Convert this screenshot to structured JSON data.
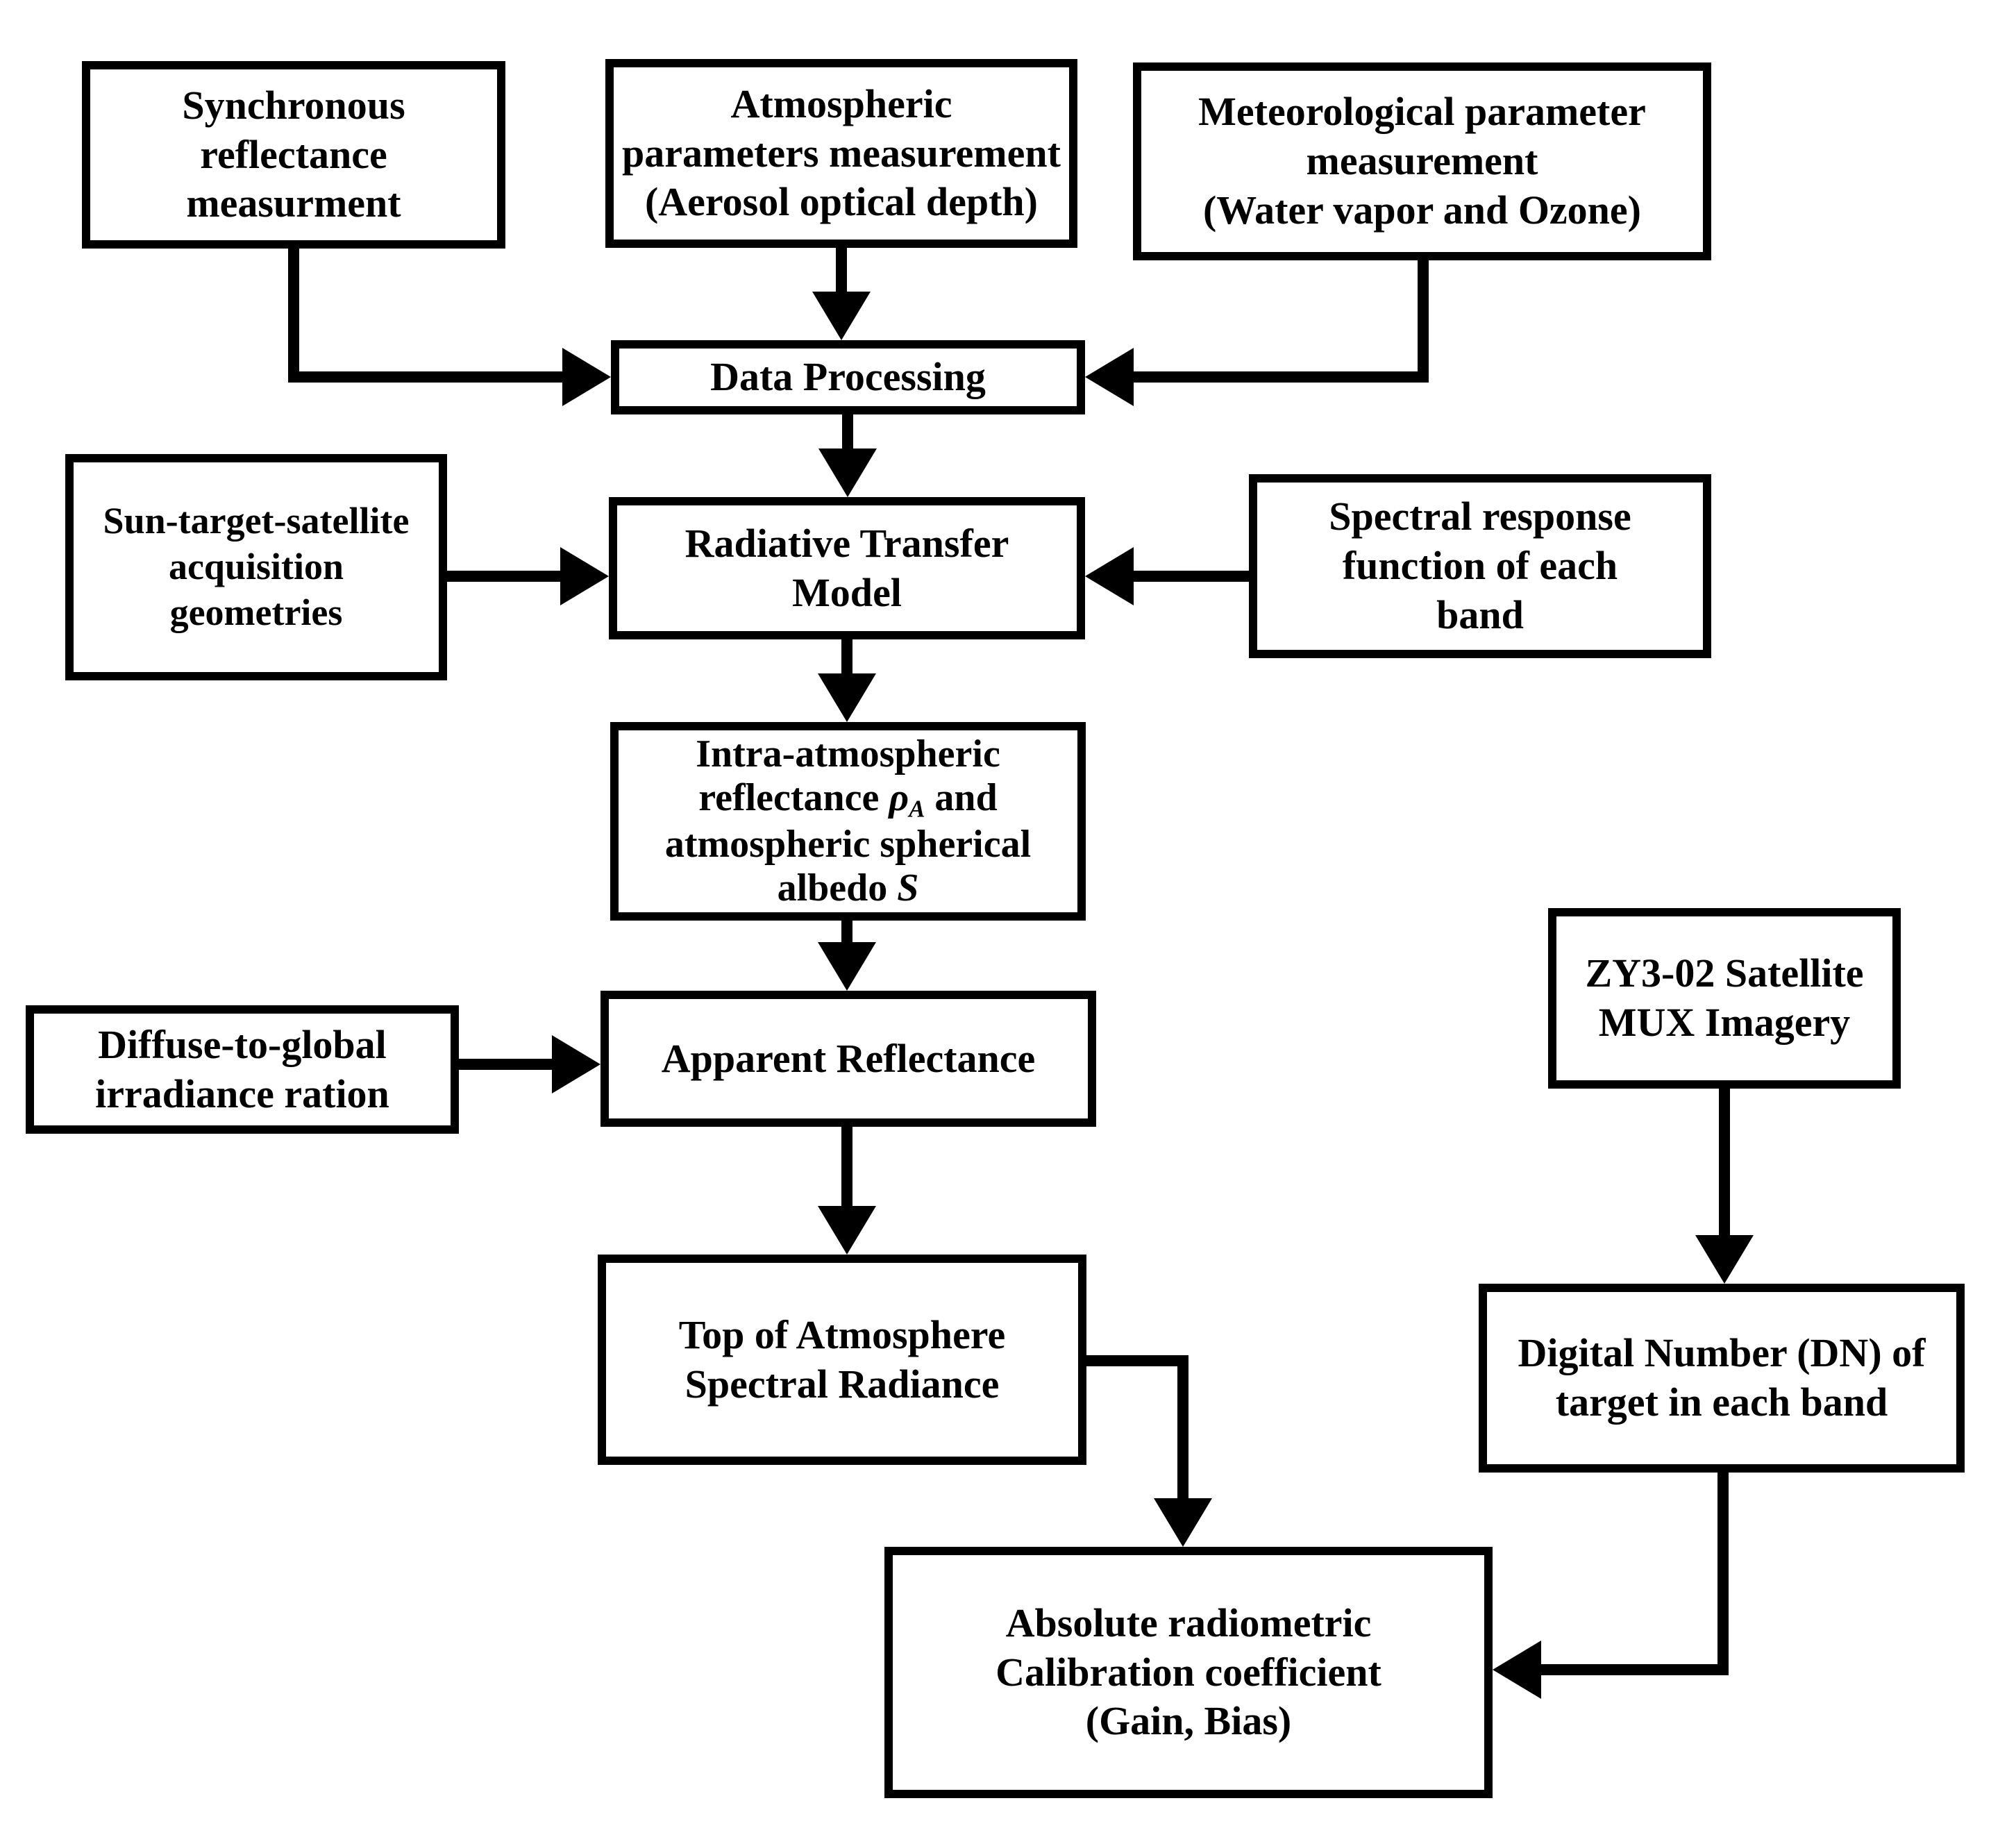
{
  "diagram": {
    "background_color": "#ffffff",
    "line_color": "#000000",
    "box_fill": "#ffffff",
    "nodes": [
      {
        "id": "sync",
        "name": "synchronous-reflectance-measurement-box",
        "lines": [
          [
            {
              "t": "Synchronous"
            }
          ],
          [
            {
              "t": "reflectance"
            }
          ],
          [
            {
              "t": "measurment"
            }
          ]
        ]
      },
      {
        "id": "atm",
        "name": "atmospheric-parameters-measurement-box",
        "lines": [
          [
            {
              "t": "Atmospheric"
            }
          ],
          [
            {
              "t": "parameters measurement"
            }
          ],
          [
            {
              "t": "(Aerosol optical depth)"
            }
          ]
        ]
      },
      {
        "id": "met",
        "name": "meteorological-parameter-measurement-box",
        "lines": [
          [
            {
              "t": "Meteorological parameter"
            }
          ],
          [
            {
              "t": "measurement"
            }
          ],
          [
            {
              "t": "(Water vapor and Ozone)"
            }
          ]
        ]
      },
      {
        "id": "dp",
        "name": "data-processing-box",
        "lines": [
          [
            {
              "t": "Data Processing"
            }
          ]
        ]
      },
      {
        "id": "sun",
        "name": "sun-target-satellite-geometries-box",
        "lines": [
          [
            {
              "t": "Sun-target-satellite"
            }
          ],
          [
            {
              "t": "acquisition"
            }
          ],
          [
            {
              "t": "geometries"
            }
          ]
        ]
      },
      {
        "id": "rtm",
        "name": "radiative-transfer-model-box",
        "lines": [
          [
            {
              "t": "Radiative Transfer"
            }
          ],
          [
            {
              "t": "Model"
            }
          ]
        ]
      },
      {
        "id": "srf",
        "name": "spectral-response-function-box",
        "lines": [
          [
            {
              "t": "Spectral response"
            }
          ],
          [
            {
              "t": "function of each"
            }
          ],
          [
            {
              "t": "band"
            }
          ]
        ]
      },
      {
        "id": "intra",
        "name": "intra-atmospheric-reflectance-box",
        "lines": [
          [
            {
              "t": "Intra-atmospheric"
            }
          ],
          [
            {
              "t": "reflectance "
            },
            {
              "t": "ρ",
              "it": true
            },
            {
              "t": "A",
              "it": true,
              "sub": true
            },
            {
              "t": " and"
            }
          ],
          [
            {
              "t": "atmospheric spherical"
            }
          ],
          [
            {
              "t": "albedo "
            },
            {
              "t": "S",
              "it": true
            }
          ]
        ]
      },
      {
        "id": "zy3",
        "name": "zy3-02-satellite-mux-imagery-box",
        "lines": [
          [
            {
              "t": "ZY3-02 Satellite"
            }
          ],
          [
            {
              "t": "MUX Imagery"
            }
          ]
        ]
      },
      {
        "id": "diff",
        "name": "diffuse-to-global-irradiance-ratio-box",
        "lines": [
          [
            {
              "t": "Diffuse-to-global"
            }
          ],
          [
            {
              "t": "irradiance ration"
            }
          ]
        ]
      },
      {
        "id": "app",
        "name": "apparent-reflectance-box",
        "lines": [
          [
            {
              "t": "Apparent Reflectance"
            }
          ]
        ]
      },
      {
        "id": "toa",
        "name": "top-of-atmosphere-spectral-radiance-box",
        "lines": [
          [
            {
              "t": "Top of Atmosphere"
            }
          ],
          [
            {
              "t": "Spectral Radiance"
            }
          ]
        ]
      },
      {
        "id": "dn",
        "name": "digital-number-of-target-box",
        "lines": [
          [
            {
              "t": "Digital Number (DN) of"
            }
          ],
          [
            {
              "t": "target in each band"
            }
          ]
        ]
      },
      {
        "id": "abs",
        "name": "absolute-radiometric-calibration-box",
        "lines": [
          [
            {
              "t": "Absolute radiometric"
            }
          ],
          [
            {
              "t": "Calibration coefficient"
            }
          ],
          [
            {
              "t": "(Gain, Bias)"
            }
          ]
        ]
      }
    ],
    "edges": [
      {
        "id": "sync-dp",
        "from": "sync",
        "to": "dp"
      },
      {
        "id": "atm-dp",
        "from": "atm",
        "to": "dp"
      },
      {
        "id": "met-dp",
        "from": "met",
        "to": "dp"
      },
      {
        "id": "dp-rtm",
        "from": "dp",
        "to": "rtm"
      },
      {
        "id": "sun-rtm",
        "from": "sun",
        "to": "rtm"
      },
      {
        "id": "srf-rtm",
        "from": "srf",
        "to": "rtm"
      },
      {
        "id": "rtm-intra",
        "from": "rtm",
        "to": "intra"
      },
      {
        "id": "intra-app",
        "from": "intra",
        "to": "app"
      },
      {
        "id": "diff-app",
        "from": "diff",
        "to": "app"
      },
      {
        "id": "app-toa",
        "from": "app",
        "to": "toa"
      },
      {
        "id": "toa-abs",
        "from": "toa",
        "to": "abs"
      },
      {
        "id": "zy3-dn",
        "from": "zy3",
        "to": "dn"
      },
      {
        "id": "dn-abs",
        "from": "dn",
        "to": "abs"
      }
    ]
  }
}
